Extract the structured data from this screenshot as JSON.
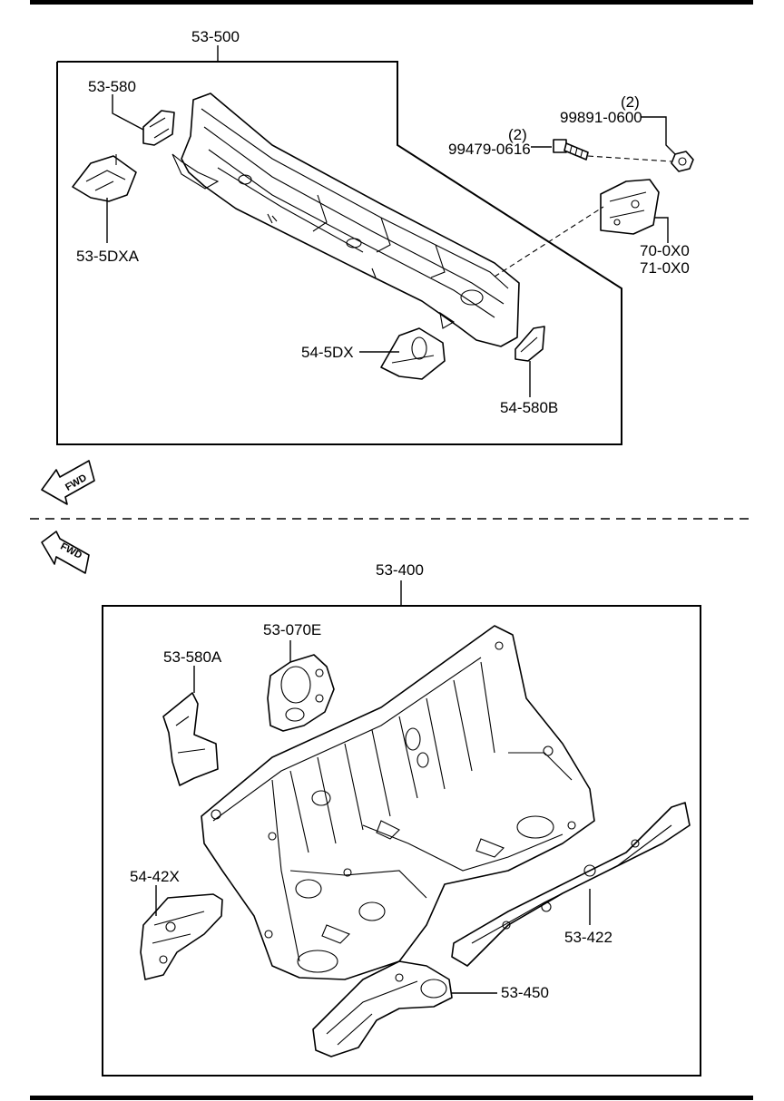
{
  "upper_assembly": {
    "main_label": "53-500",
    "parts": {
      "p1": "53-580",
      "p2": "53-5DXA",
      "p3": "54-5DX",
      "p4": "54-580B",
      "bolt_qty": "(2)",
      "bolt": "99479-0616",
      "nut_qty": "(2)",
      "nut": "99891-0600",
      "bracket_a": "70-0X0",
      "bracket_b": "71-0X0"
    },
    "fwd_text": "FWD"
  },
  "lower_assembly": {
    "main_label": "53-400",
    "parts": {
      "p1": "53-580A",
      "p2": "53-070E",
      "p3": "54-42X",
      "p4": "53-422",
      "p5": "53-450"
    },
    "fwd_text": "FWD"
  },
  "icons": [
    "fwd-arrow-icon"
  ]
}
